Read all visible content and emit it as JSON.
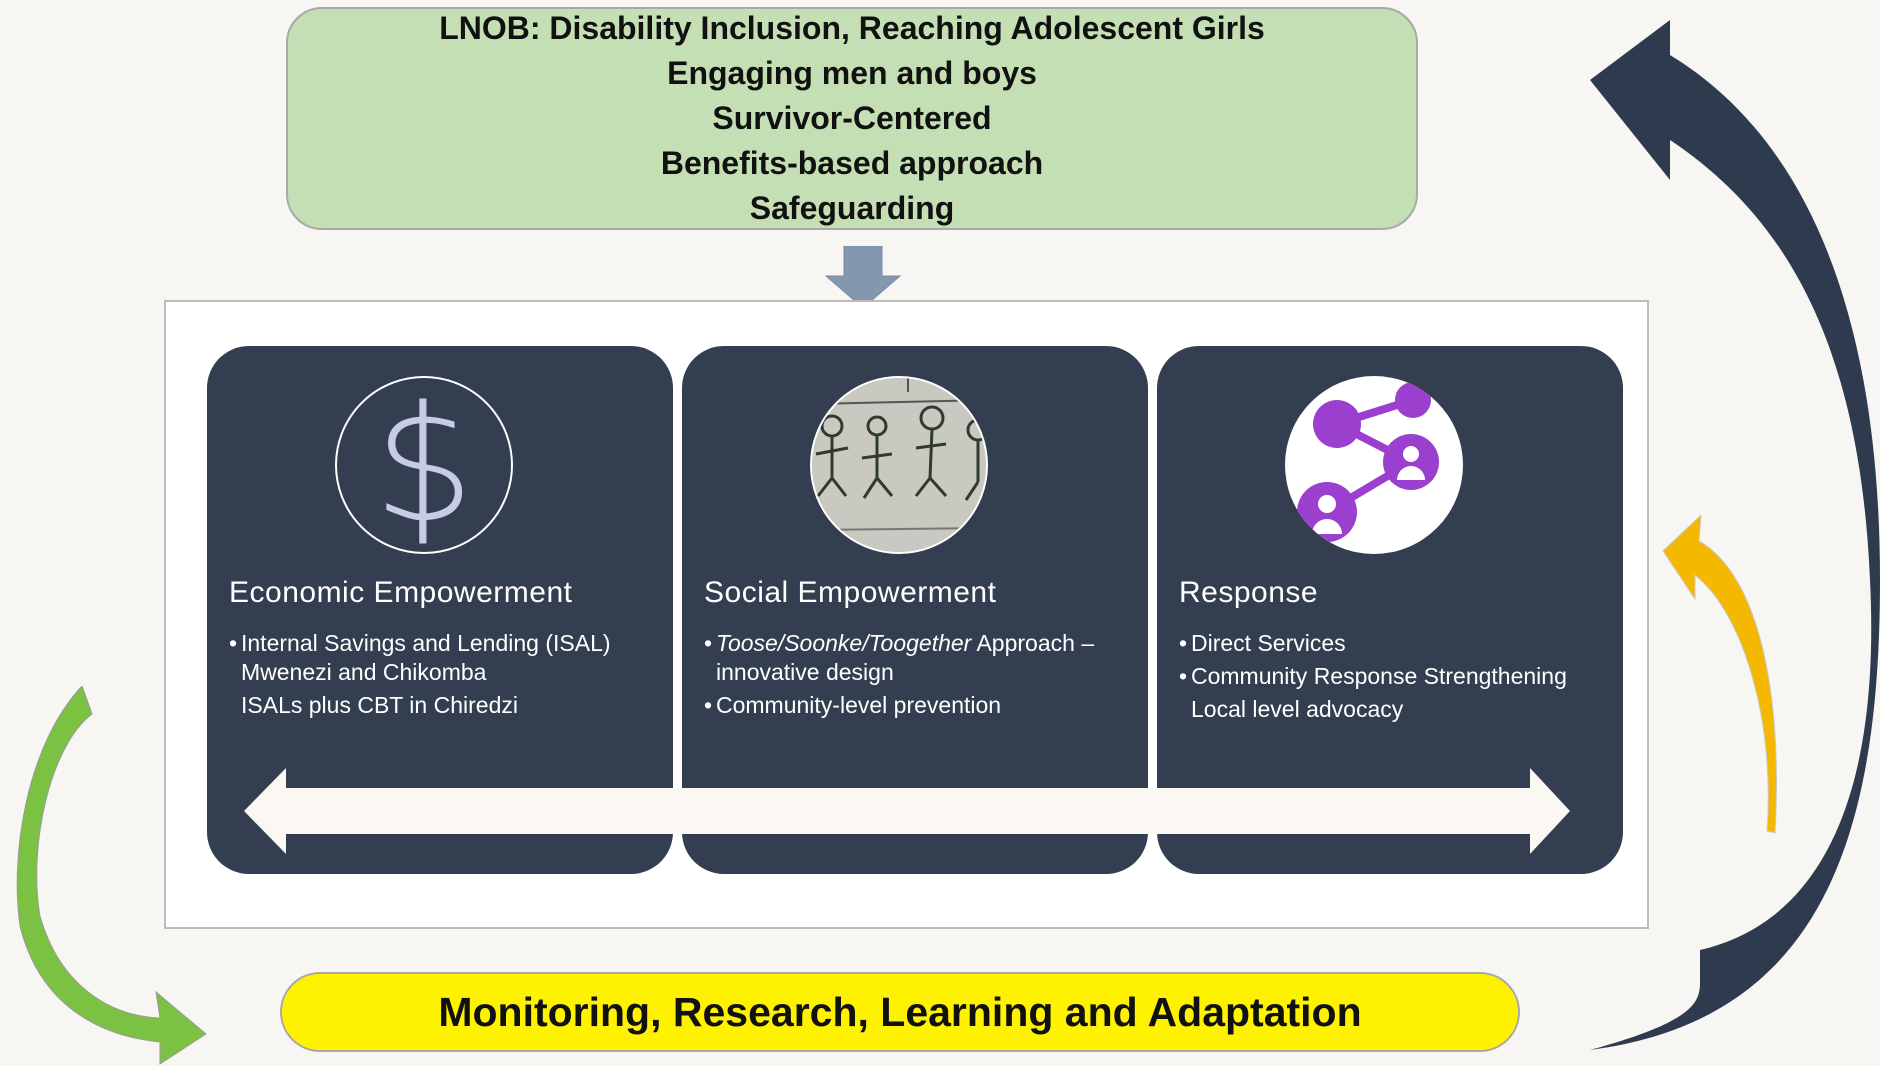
{
  "principles": {
    "lines": [
      "LNOB: Disability Inclusion, Reaching Adolescent Girls",
      "Engaging men and boys",
      "Survivor-Centered",
      "Benefits-based approach",
      "Safeguarding"
    ]
  },
  "pillars": [
    {
      "title": "Economic Empowerment",
      "icon": "dollar-icon",
      "bullet1": "Internal Savings and Lending (ISAL) Mwenezi and Chikomba",
      "sub1": "ISALs plus CBT in Chiredzi"
    },
    {
      "title": "Social Empowerment",
      "icon": "stick-figures-photo",
      "bullet1_italic": "Toose/Soonke/Toogether",
      "bullet1_rest": " Approach – innovative design",
      "bullet2": "Community-level prevention"
    },
    {
      "title": "Response",
      "icon": "share-network-icon",
      "bullet1": "Direct Services",
      "bullet2": "Community Response Strengthening",
      "sub2": "Local level advocacy"
    }
  ],
  "bottom_bar": {
    "label": "Monitoring, Research, Learning and Adaptation"
  },
  "colors": {
    "principles_bg": "#c5dfb4",
    "panel_bg": "#333e50",
    "bottom_bg": "#fff200",
    "dark_arrow": "#2e3a4d",
    "green_arrow": "#7cc242",
    "gold_arrow": "#f5b800",
    "down_arrow": "#8497b0",
    "icon_purple": "#9b3fcf"
  }
}
